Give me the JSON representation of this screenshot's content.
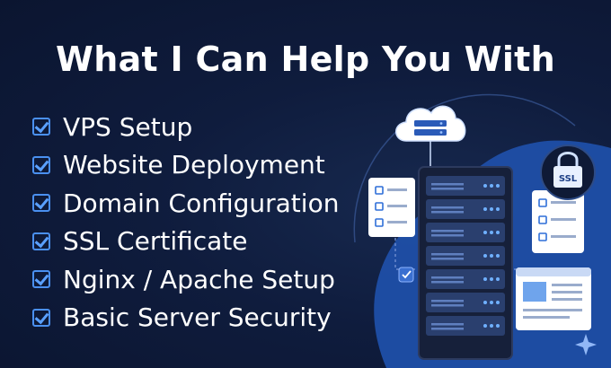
{
  "title": "What I Can Help You With",
  "items": [
    {
      "label": "VPS Setup"
    },
    {
      "label": "Website Deployment"
    },
    {
      "label": "Domain Configuration"
    },
    {
      "label": "SSL Certificate"
    },
    {
      "label": "Nginx / Apache Setup"
    },
    {
      "label": "Basic Server Security"
    }
  ],
  "illustration": {
    "lock_text": "SSL",
    "icons": [
      "cloud-server-icon",
      "server-rack-icon",
      "checklist-icon",
      "padlock-icon",
      "browser-window-icon",
      "sparkle-icon"
    ]
  },
  "colors": {
    "background": "#0c1733",
    "accent": "#4a90f0",
    "text": "#ffffff",
    "blob": "#1f4fa8"
  }
}
